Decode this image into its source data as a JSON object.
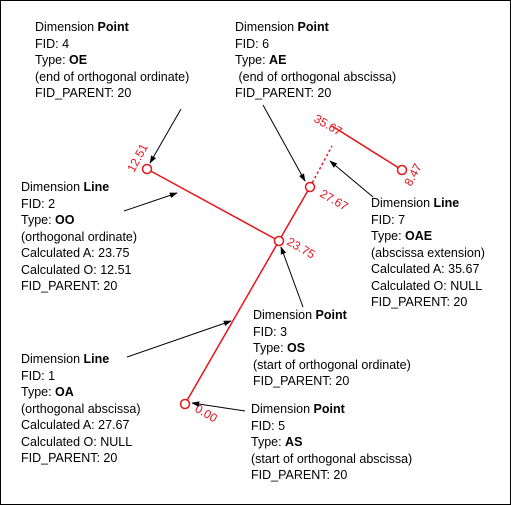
{
  "colors": {
    "dimension": "#e8141b",
    "leader": "#000000",
    "background": "#ffffff"
  },
  "dimension_labels": {
    "oe": "12.51",
    "ae": "27.67",
    "os": "23.75",
    "as": "0.00",
    "oae_top": "35.67",
    "oae_end": "8.47"
  },
  "callouts": {
    "fid4": {
      "prefix": "Dimension ",
      "kind": "Point",
      "fid": "FID: 4",
      "type_prefix": "Type: ",
      "type": "OE",
      "desc": "(end of orthogonal ordinate)",
      "parent": "FID_PARENT: 20"
    },
    "fid6": {
      "prefix": "Dimension ",
      "kind": "Point",
      "fid": "FID: 6",
      "type_prefix": "Type: ",
      "type": "AE",
      "desc": " (end of orthogonal abscissa)",
      "parent": "FID_PARENT: 20"
    },
    "fid2": {
      "prefix": "Dimension ",
      "kind": "Line",
      "fid": "FID: 2",
      "type_prefix": "Type: ",
      "type": "OO",
      "desc": "(orthogonal ordinate)",
      "calc_a": "Calculated A: 23.75",
      "calc_o": "Calculated O: 12.51",
      "parent": "FID_PARENT: 20"
    },
    "fid7": {
      "prefix": "Dimension ",
      "kind": "Line",
      "fid": "FID: 7",
      "type_prefix": "Type: ",
      "type": "OAE",
      "desc": "(abscissa extension)",
      "calc_a": "Calculated A: 35.67",
      "calc_o": "Calculated O: NULL",
      "parent": "FID_PARENT: 20"
    },
    "fid3": {
      "prefix": "Dimension ",
      "kind": "Point",
      "fid": "FID: 3",
      "type_prefix": "Type: ",
      "type": "OS",
      "desc": "(start of orthogonal ordinate)",
      "parent": "FID_PARENT: 20"
    },
    "fid1": {
      "prefix": "Dimension ",
      "kind": "Line",
      "fid": "FID: 1",
      "type_prefix": "Type: ",
      "type": "OA",
      "desc": "(orthogonal abscissa)",
      "calc_a": "Calculated A: 27.67",
      "calc_o": "Calculated O: NULL",
      "parent": "FID_PARENT: 20"
    },
    "fid5": {
      "prefix": "Dimension ",
      "kind": "Point",
      "fid": "FID: 5",
      "type_prefix": "Type: ",
      "type": "AS",
      "desc": "(start of orthogonal abscissa)",
      "parent": "FID_PARENT: 20"
    }
  }
}
